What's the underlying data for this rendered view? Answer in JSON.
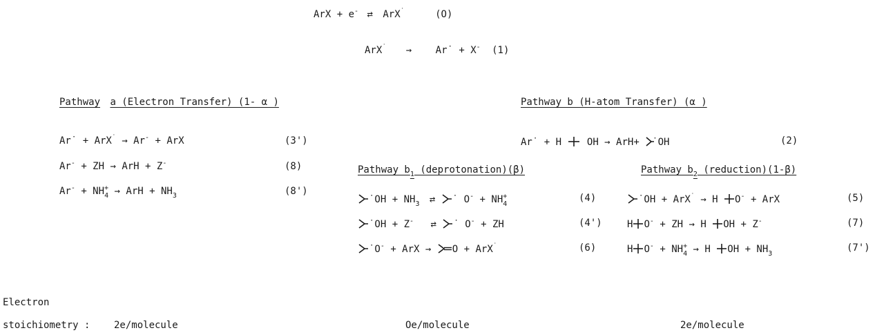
{
  "equations": {
    "eq0": {
      "sup_minus": "-",
      "sup_dot": "˙",
      "num": "(O)"
    },
    "eq1": {
      "num": "(1)"
    },
    "eq3p": {
      "num": "(3')"
    },
    "eq8": {
      "num": "(8)"
    },
    "eq8p": {
      "num": "(8')"
    },
    "eq2": {
      "num": "(2)"
    },
    "eq4": {
      "num": "(4)"
    },
    "eq4p": {
      "num": "(4')"
    },
    "eq6": {
      "num": "(6)"
    },
    "eq5": {
      "num": "(5)"
    },
    "eq7": {
      "num": "(7)"
    },
    "eq7p": {
      "num": "(7')"
    }
  },
  "pathways": {
    "a": {
      "heading_word": "Pathway",
      "heading_rest": "a (Electron Transfer) (1- α )"
    },
    "b": {
      "heading": "Pathway b (H-atom Transfer) (α )"
    },
    "b1": {
      "word": "Pathway b",
      "sub": "1",
      "rest": " (deprotonation)(β)"
    },
    "b2": {
      "word": "Pathway b",
      "sub": "2",
      "rest": " (reduction)(1-β)"
    }
  },
  "stoichiometry": {
    "label_line1": "Electron",
    "label_line2": "stoichiometry :",
    "a": "2e/molecule",
    "b1": "Oe/molecule",
    "b2": "2e/molecule"
  }
}
